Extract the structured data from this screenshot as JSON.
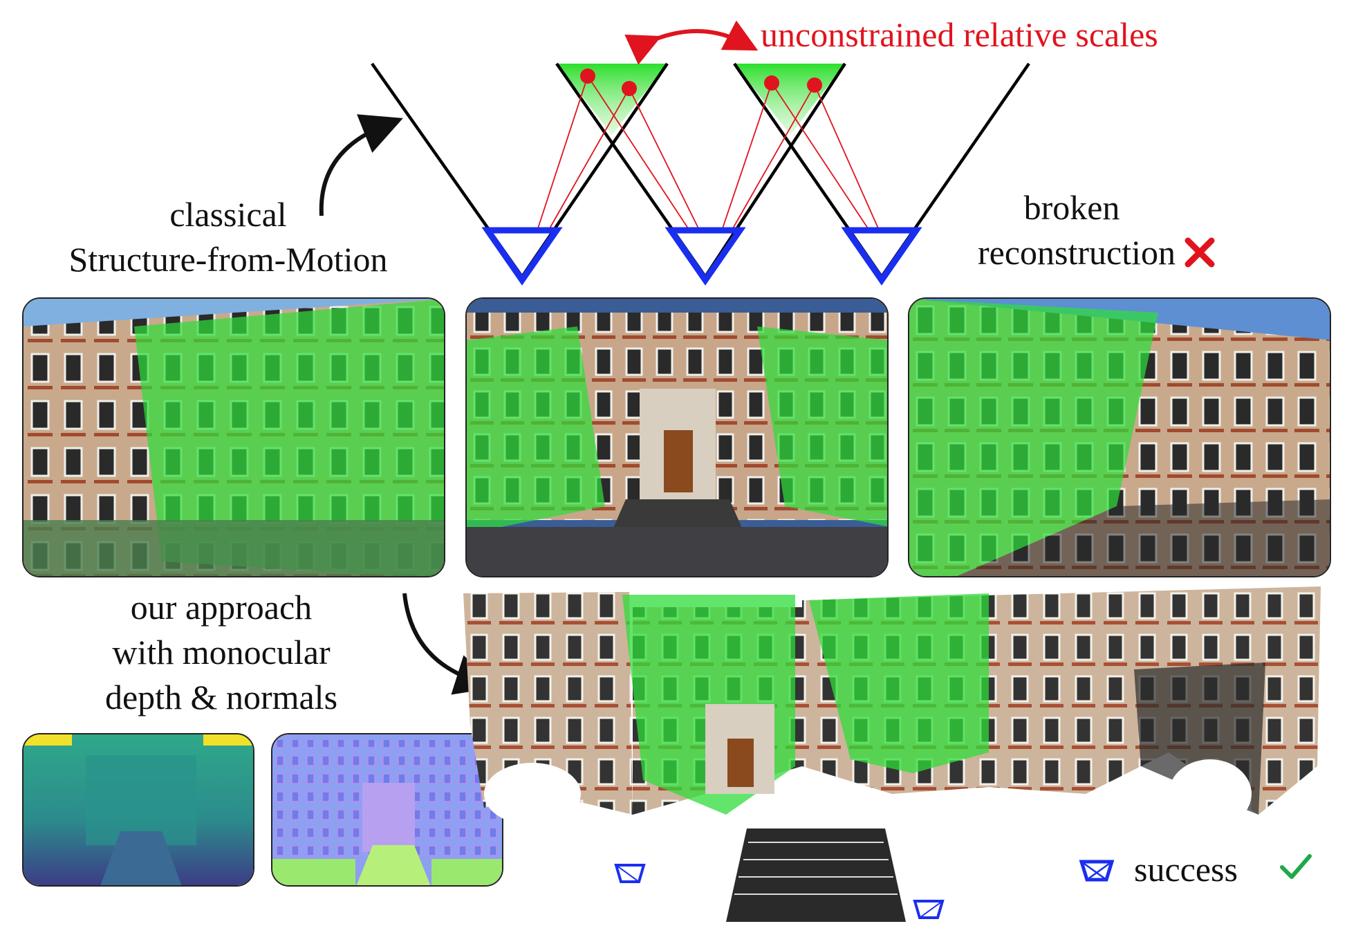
{
  "labels": {
    "unconstrained": "unconstrained relative scales",
    "classical_line1": "classical",
    "classical_line2": "Structure-from-Motion",
    "broken_line1": "broken",
    "broken_line2": "reconstruction",
    "ours_line1": "our approach",
    "ours_line2": "with monocular",
    "ours_line3": "depth & normals",
    "success": "success"
  },
  "colors": {
    "camera": "#1a2ef0",
    "feature": "#e0141e",
    "overlap": "#33dd33",
    "frustum": "#000000",
    "cross": "#e0141e",
    "check": "#1fa84a"
  },
  "icons": {
    "fail": "cross-icon",
    "ok": "checkmark-icon",
    "camera": "camera-frustum-icon"
  }
}
